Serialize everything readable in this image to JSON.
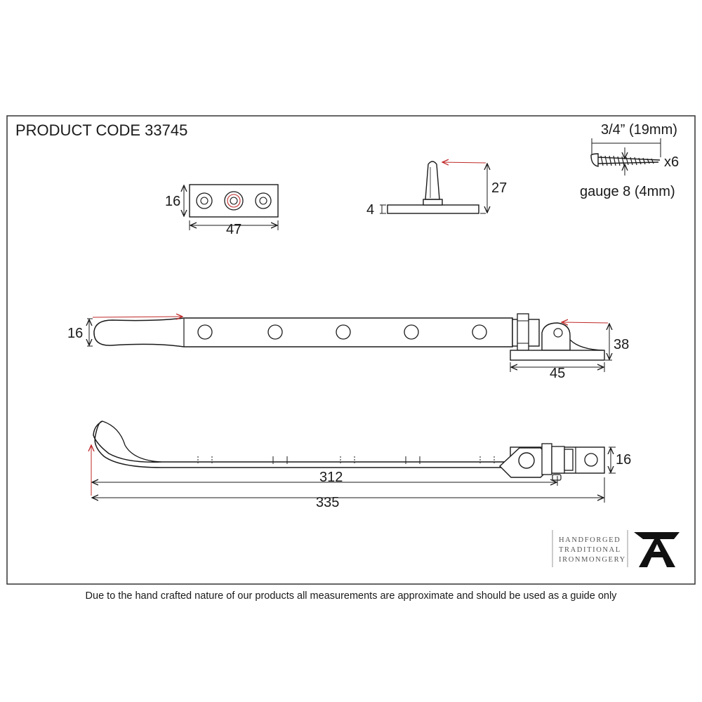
{
  "product": {
    "code_label": "PRODUCT CODE 33745"
  },
  "screw": {
    "length_label": "3/4” (19mm)",
    "quantity_label": "x6",
    "gauge_label": "gauge 8 (4mm)"
  },
  "keeper_plate": {
    "height_label": "16",
    "width_label": "47"
  },
  "pin_stop": {
    "height_label": "27",
    "plate_thickness_label": "4"
  },
  "stay_top_view": {
    "width_label": "16",
    "bracket_height_label": "38",
    "bracket_width_label": "45"
  },
  "stay_side_view": {
    "depth_label": "16",
    "hole_to_pivot_label": "312",
    "overall_length_label": "335"
  },
  "brand": {
    "line1": "HANDFORGED",
    "line2": "TRADITIONAL",
    "line3": "IRONMONGERY",
    "logo_letter": "A"
  },
  "footer": {
    "disclaimer": "Due to the hand crafted nature of our products all measurements are approximate and should be used as a guide only"
  },
  "colors": {
    "line": "#1a1a1a",
    "dimension_arrow": "#c02828",
    "frame": "#333333"
  }
}
